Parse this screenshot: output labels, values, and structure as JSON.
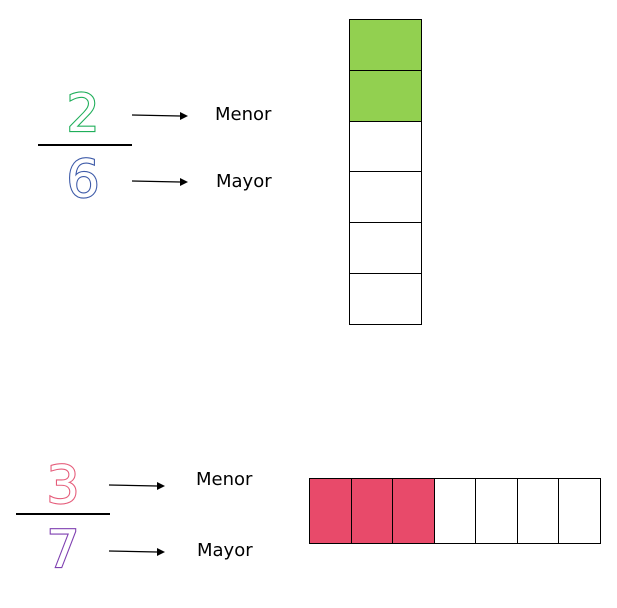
{
  "fractions": [
    {
      "numerator": "2",
      "denominator": "6",
      "numerator_color": "#1fae5a",
      "denominator_color": "#3d5aa8",
      "numerator_label": "Menor",
      "denominator_label": "Mayor",
      "cells_total": 6,
      "cells_filled": 2,
      "fill_color": "#92d050",
      "orientation": "vertical"
    },
    {
      "numerator": "3",
      "denominator": "7",
      "numerator_color": "#e55c7a",
      "denominator_color": "#7e3fb0",
      "numerator_label": "Menor",
      "denominator_label": "Mayor",
      "cells_total": 7,
      "cells_filled": 3,
      "fill_color": "#e84a6a",
      "orientation": "horizontal"
    }
  ]
}
